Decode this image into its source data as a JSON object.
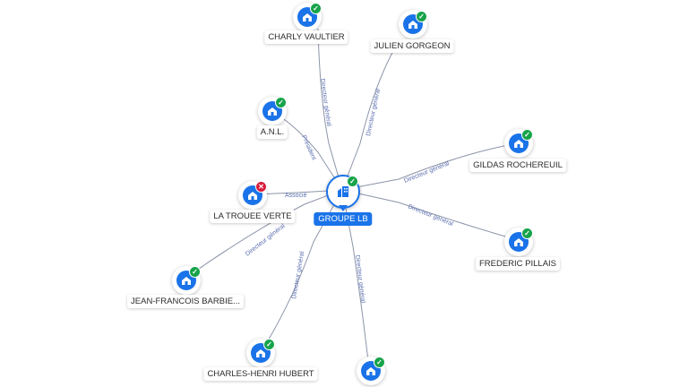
{
  "center": {
    "label": "GROUPE LB",
    "status": "ok",
    "icon": "building-icon"
  },
  "nodes": [
    {
      "id": "charly",
      "label": "CHARLY VAULTIER",
      "status": "ok",
      "icon": "person-icon",
      "relation": "Directeur général"
    },
    {
      "id": "julien",
      "label": "JULIEN GORGEON",
      "status": "ok",
      "icon": "person-icon",
      "relation": "Directeur général"
    },
    {
      "id": "anl",
      "label": "A.N.L.",
      "status": "ok",
      "icon": "building-icon",
      "relation": "Président"
    },
    {
      "id": "gildas",
      "label": "GILDAS ROCHEREUIL",
      "status": "ok",
      "icon": "person-icon",
      "relation": "Directeur général"
    },
    {
      "id": "trouee",
      "label": "LA TROUEE VERTE",
      "status": "error",
      "icon": "building-icon",
      "relation": "Associé"
    },
    {
      "id": "frederic",
      "label": "FREDERIC PILLAIS",
      "status": "ok",
      "icon": "person-icon",
      "relation": "Directeur général"
    },
    {
      "id": "jeanfrancois",
      "label": "JEAN-FRANCOIS BARBIE...",
      "status": "ok",
      "icon": "person-icon",
      "relation": "Directeur général"
    },
    {
      "id": "charleshenri",
      "label": "CHARLES-HENRI HUBERT",
      "status": "ok",
      "icon": "person-icon",
      "relation": "Directeur général"
    },
    {
      "id": "bottom",
      "label": "",
      "status": "ok",
      "icon": "person-icon",
      "relation": "Directeur général"
    }
  ],
  "colors": {
    "accent": "#1a73e8",
    "ok": "#17a34a",
    "error": "#d81b3c",
    "edge": "#8c95a8",
    "edge_label": "#5b6fb0"
  }
}
